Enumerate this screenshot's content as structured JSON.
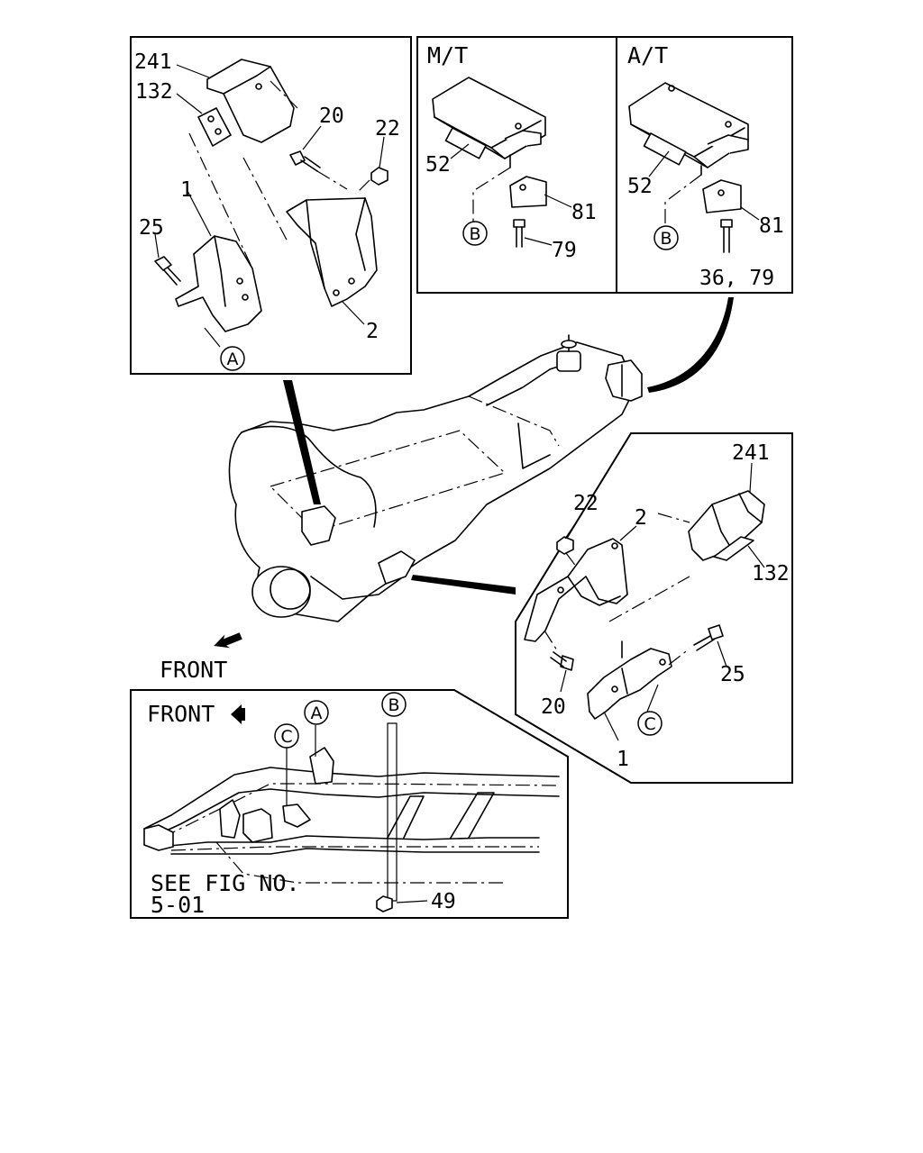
{
  "top_left_panel": {
    "callouts": [
      "241",
      "132",
      "20",
      "22",
      "1",
      "25",
      "2"
    ],
    "ref_circle": "A"
  },
  "mt_panel": {
    "title": "M/T",
    "callouts": [
      "52",
      "81",
      "79"
    ],
    "ref_circle": "B"
  },
  "at_panel": {
    "title": "A/T",
    "callouts": [
      "52",
      "81",
      "36, 79"
    ],
    "ref_circle": "B"
  },
  "right_panel": {
    "callouts": [
      "241",
      "22",
      "2",
      "132",
      "25",
      "20",
      "1"
    ],
    "ref_circle": "C"
  },
  "main_view": {
    "front_label": "FRONT"
  },
  "bottom_panel": {
    "front_label": "FRONT",
    "ref_circles": [
      "A",
      "C",
      "B"
    ],
    "see_fig": "SEE FIG NO.",
    "fig_no": "5-01",
    "callout": "49"
  }
}
